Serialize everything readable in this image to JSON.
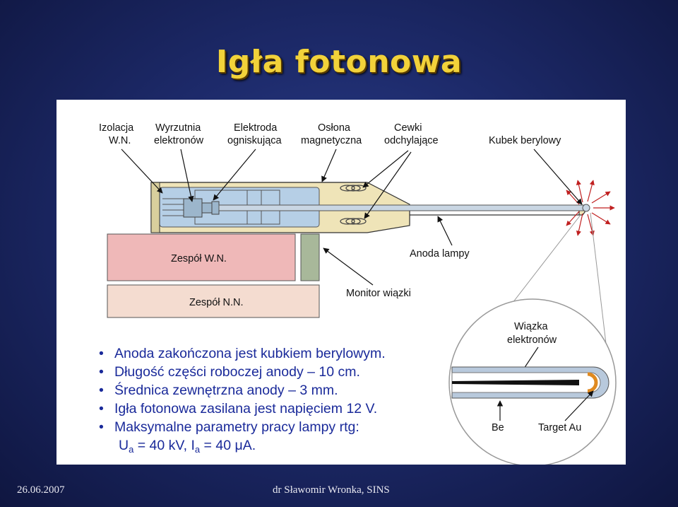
{
  "slide": {
    "title": "Igła fotonowa",
    "footer_date": "26.06.2007",
    "footer_author": "dr Sławomir Wronka, SINS"
  },
  "diagram_labels": {
    "izolacja_line1": "Izolacja",
    "izolacja_line2": "W.N.",
    "wyrzutnia_line1": "Wyrzutnia",
    "wyrzutnia_line2": "elektronów",
    "elektroda_line1": "Elektroda",
    "elektroda_line2": "ogniskująca",
    "oslona_line1": "Osłona",
    "oslona_line2": "magnetyczna",
    "cewki_line1": "Cewki",
    "cewki_line2": "odchylające",
    "kubek": "Kubek berylowy",
    "zespol_wn": "Zespół W.N.",
    "zespol_nn": "Zespół N.N.",
    "anoda": "Anoda lampy",
    "monitor": "Monitor wiązki",
    "wiazka_line1": "Wiązka",
    "wiazka_line2": "elektronów",
    "be": "Be",
    "target": "Target Au"
  },
  "bullets": [
    "Anoda zakończona jest kubkiem berylowym.",
    "Długość części roboczej anody – 10 cm.",
    "Średnica zewnętrzna anody – 3 mm.",
    "Igła fotonowa zasilana jest napięciem 12 V.",
    "Maksymalne parametry pracy lampy rtg:"
  ],
  "formula": {
    "ua_sym": "U",
    "ua_sub": "a",
    "ua_val": " = 40 kV, ",
    "ia_sym": "I",
    "ia_sub": "a",
    "ia_val": " = 40 μA."
  },
  "colors": {
    "background": "#1d2a6a",
    "title": "#f2d23a",
    "bullet_text": "#1a2a9a",
    "hv_unit": "#efb8b8",
    "lv_unit": "#f4dcd0",
    "tube_body": "#efe4b8",
    "inner": "#b6cfe6",
    "monitor": "#a8b89a",
    "gold": "#e08a20"
  }
}
